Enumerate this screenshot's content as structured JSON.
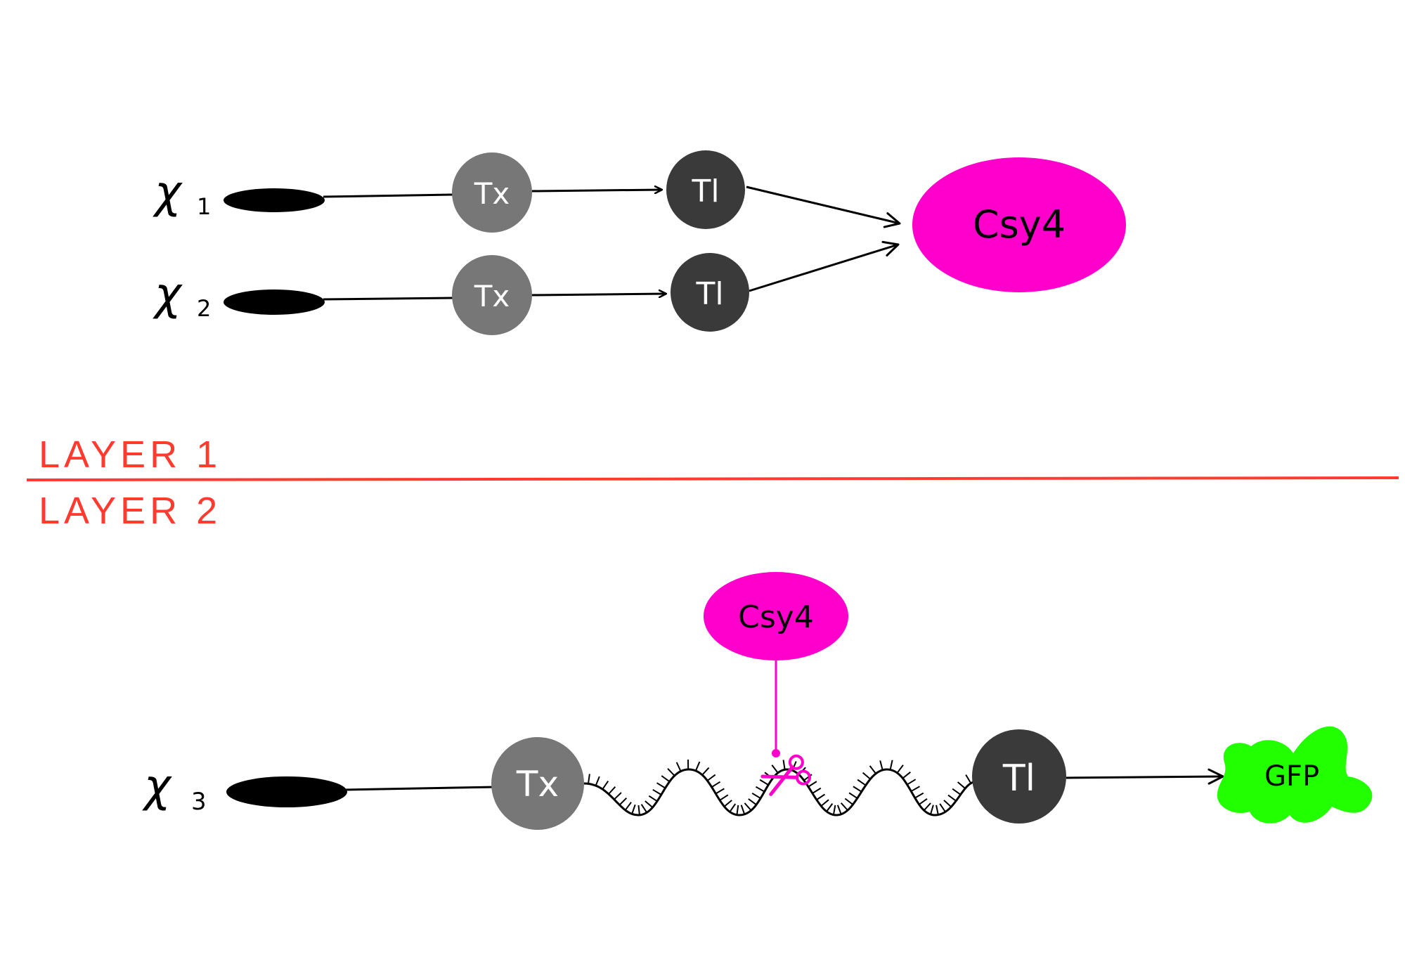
{
  "inputs": [
    {
      "symbol": "χ",
      "subscript": "1"
    },
    {
      "symbol": "χ",
      "subscript": "2"
    },
    {
      "symbol": "χ",
      "subscript": "3"
    }
  ],
  "labels": {
    "transcription": "Tx",
    "translation": "Tl"
  },
  "proteins": {
    "csy4_top": "Csy4",
    "csy4_bottom": "Csy4",
    "gfp": "GFP"
  },
  "layers": {
    "layer1": "LAYER 1",
    "layer2": "LAYER 2"
  },
  "colors": {
    "promoter": "#000000",
    "tx_node": "#777777",
    "tl_node": "#3a3a3a",
    "node_text": "#ffffff",
    "csy4": "#ff00cc",
    "gfp": "#22ff00",
    "layer_divider": "#ff3b30",
    "line": "#000000"
  },
  "icons": {
    "cleavage": "scissors-icon"
  }
}
